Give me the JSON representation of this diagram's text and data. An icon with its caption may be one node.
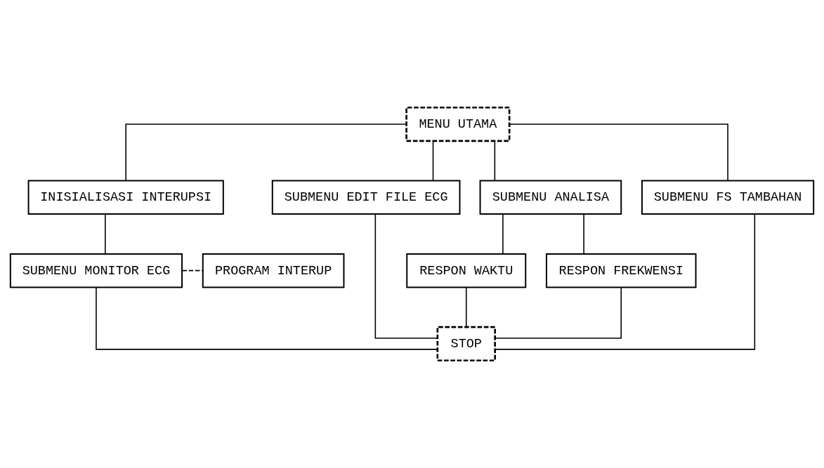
{
  "diagram": {
    "nodes": [
      {
        "text": [
          "MENU UTAMA"
        ]
      },
      {
        "text": [
          "INISIALISASI INTERUPSI"
        ]
      },
      {
        "text": [
          "SUBMENU EDIT FILE ECG"
        ]
      },
      {
        "text": [
          "SUBMENU ANALISA"
        ]
      },
      {
        "text": [
          "SUBMENU FS TAMBAHAN"
        ]
      },
      {
        "text": [
          "SUBMENU MONITOR ECG"
        ]
      },
      {
        "text": [
          "PROGRAM INTERUP"
        ]
      },
      {
        "text": [
          "RESPON WAKTU"
        ]
      },
      {
        "text": [
          "RESPON FREKWENSI"
        ]
      },
      {
        "text": [
          "STOP"
        ]
      }
    ],
    "edges": [
      {
        "from": 0,
        "to": 1,
        "arrow": "none"
      },
      {
        "from": 0,
        "to": 2,
        "arrow": "none"
      },
      {
        "from": 0,
        "to": 3,
        "arrow": "none"
      },
      {
        "from": 0,
        "to": 4,
        "arrow": "none"
      },
      {
        "from": 1,
        "to": 5,
        "arrow": "none"
      },
      {
        "from": 5,
        "to": 6,
        "arrow": "none",
        "style": "dashed"
      },
      {
        "from": 3,
        "to": 7,
        "arrow": "none"
      },
      {
        "from": 3,
        "to": 8,
        "arrow": "none"
      },
      {
        "from": 5,
        "to": 9,
        "arrow": "none"
      },
      {
        "from": 2,
        "to": 9,
        "arrow": "none"
      },
      {
        "from": 7,
        "to": 9,
        "arrow": "none"
      },
      {
        "from": 8,
        "to": 9,
        "arrow": "none"
      },
      {
        "from": 4,
        "to": 9,
        "arrow": "none"
      }
    ]
  }
}
